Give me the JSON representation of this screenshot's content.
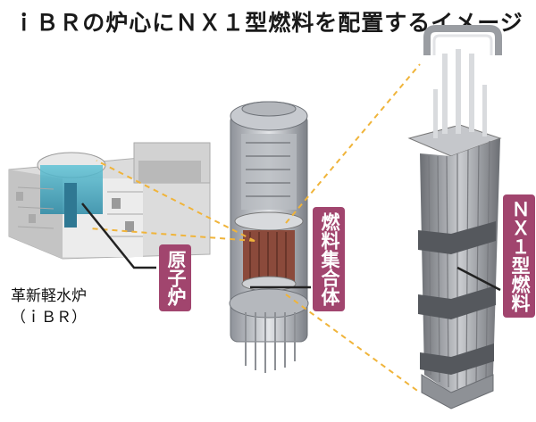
{
  "title": "ｉＢＲの炉心にＮＸ１型燃料を配置するイメージ",
  "labels": {
    "core": "原子炉",
    "assembly": "燃料集合体",
    "fuel": "ＮＸ１型燃料"
  },
  "caption": {
    "line1": "革新軽水炉",
    "line2": "（ｉＢＲ）"
  },
  "colors": {
    "label_bg": "#a1456e",
    "leader_line": "#f0b43a",
    "pointer": "#222222"
  }
}
